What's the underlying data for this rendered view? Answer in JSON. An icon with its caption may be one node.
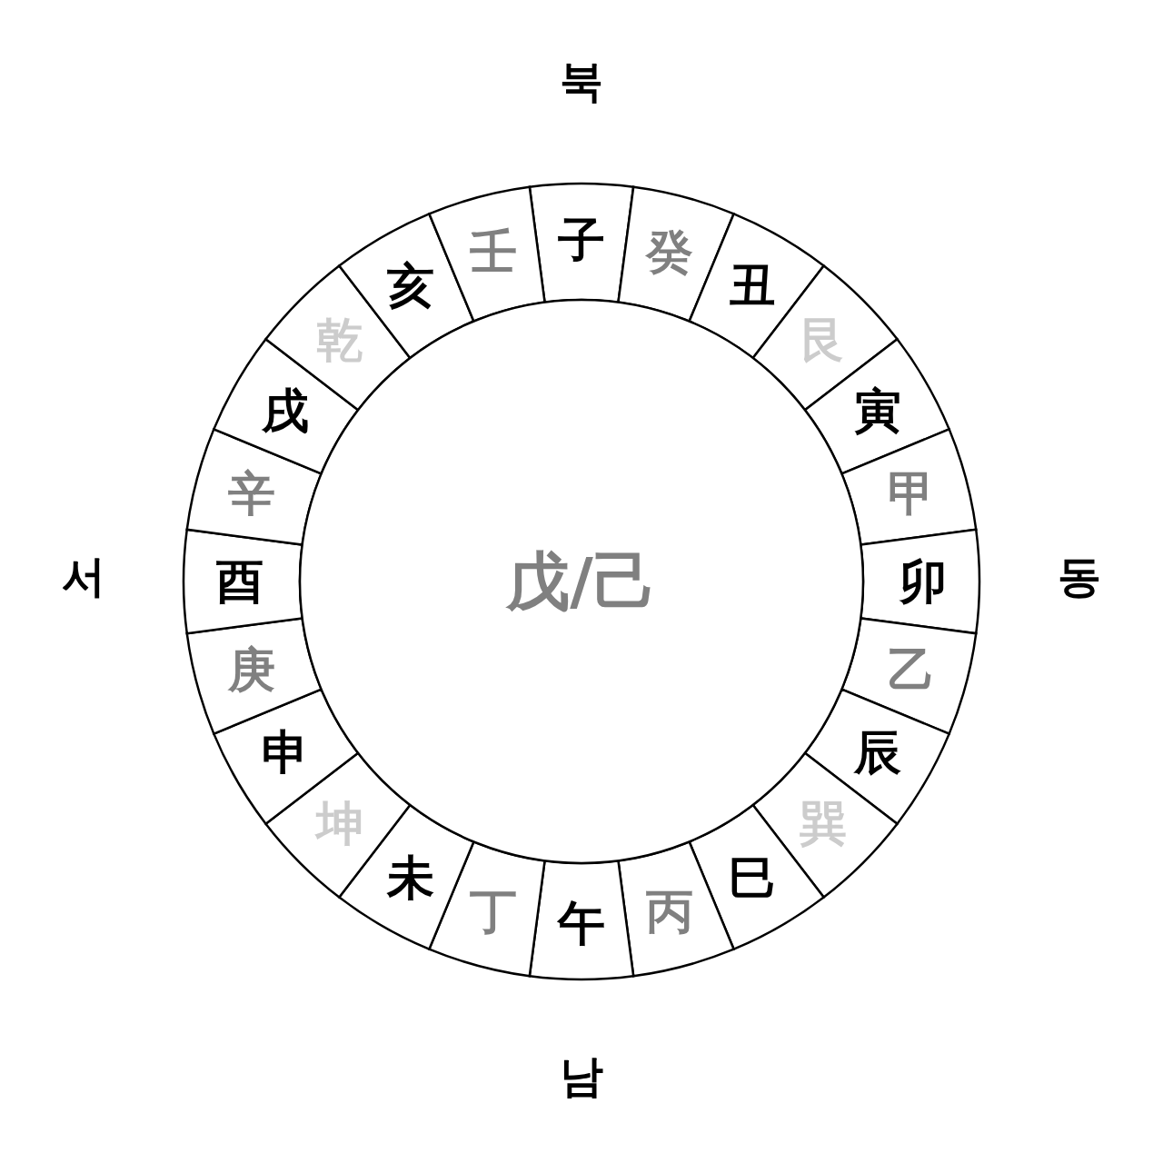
{
  "diagram": {
    "nodes": [
      {
        "text": [
          "子"
        ]
      },
      {
        "text": [
          "癸"
        ]
      },
      {
        "text": [
          "丑"
        ]
      },
      {
        "text": [
          "艮"
        ]
      },
      {
        "text": [
          "寅"
        ]
      },
      {
        "text": [
          "甲"
        ]
      },
      {
        "text": [
          "卯"
        ]
      },
      {
        "text": [
          "乙"
        ]
      },
      {
        "text": [
          "辰"
        ]
      },
      {
        "text": [
          "巽"
        ]
      },
      {
        "text": [
          "巳"
        ]
      },
      {
        "text": [
          "丙"
        ]
      },
      {
        "text": [
          "午"
        ]
      },
      {
        "text": [
          "丁"
        ]
      },
      {
        "text": [
          "未"
        ]
      },
      {
        "text": [
          "坤"
        ]
      },
      {
        "text": [
          "申"
        ]
      },
      {
        "text": [
          "庚"
        ]
      },
      {
        "text": [
          "酉"
        ]
      },
      {
        "text": [
          "辛"
        ]
      },
      {
        "text": [
          "戌"
        ]
      },
      {
        "text": [
          "乾"
        ]
      },
      {
        "text": [
          "亥"
        ]
      },
      {
        "text": [
          "壬"
        ]
      },
      {
        "text": [
          "戊/己"
        ]
      }
    ],
    "labels": [
      "북",
      "서",
      "동",
      "남"
    ]
  }
}
